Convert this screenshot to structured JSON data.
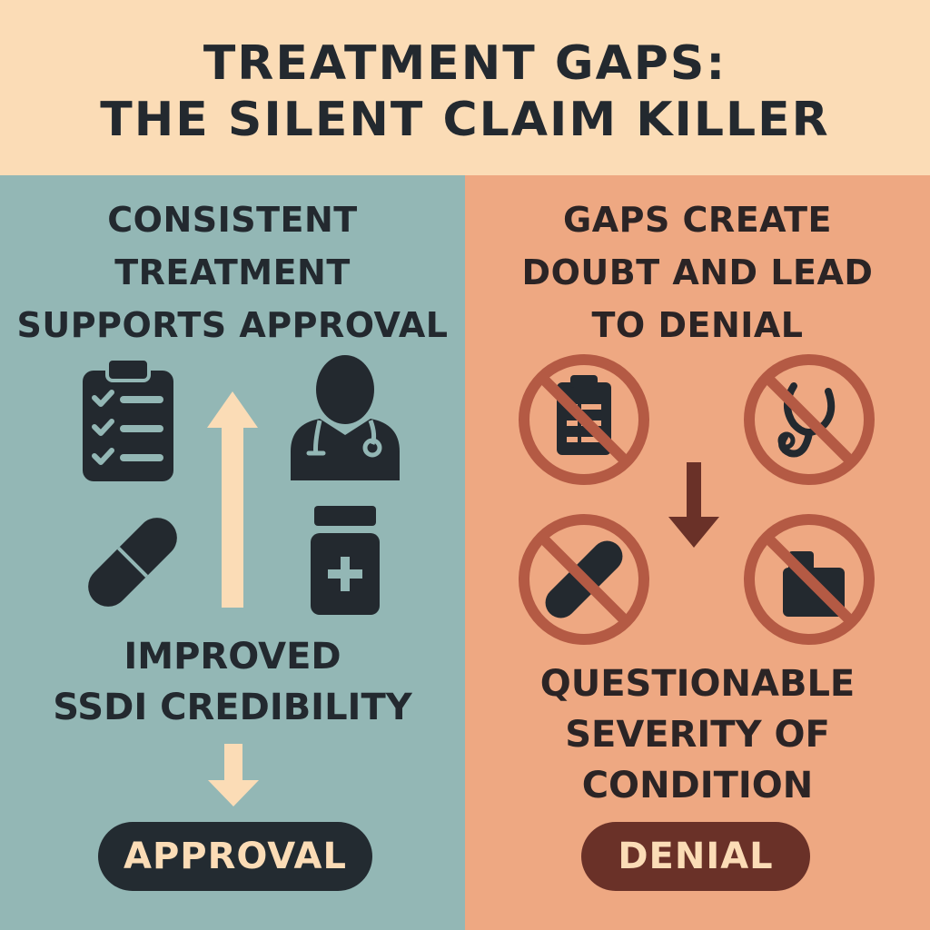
{
  "title": {
    "line1": "TREATMENT GAPS:",
    "line2": "THE SILENT CLAIM KILLER"
  },
  "left_panel": {
    "heading": [
      "CONSISTENT",
      "TREATMENT",
      "SUPPORTS APPROVAL"
    ],
    "icons": [
      "clipboard-checklist-icon",
      "arrow-up-icon",
      "doctor-stethoscope-icon",
      "pill-capsule-icon",
      "medicine-bottle-icon"
    ],
    "result": [
      "IMPROVED",
      "SSDI CREDIBILITY"
    ],
    "outcome": "APPROVAL"
  },
  "right_panel": {
    "heading": [
      "GAPS CREATE",
      "DOUBT AND LEAD",
      "TO DENIAL"
    ],
    "icons": [
      "no-clipboard-icon",
      "no-stethoscope-icon",
      "arrow-down-icon",
      "no-pill-icon",
      "no-medicine-bottle-icon"
    ],
    "result": [
      "QUESTIONABLE",
      "SEVERITY OF",
      "CONDITION"
    ],
    "outcome": "DENIAL"
  },
  "colors": {
    "banner": "#fbdcb6",
    "left_bg": "#93b7b5",
    "right_bg": "#eea882",
    "dark": "#23292f",
    "prohibit": "#b45a44",
    "denial_pill": "#6a3128"
  }
}
